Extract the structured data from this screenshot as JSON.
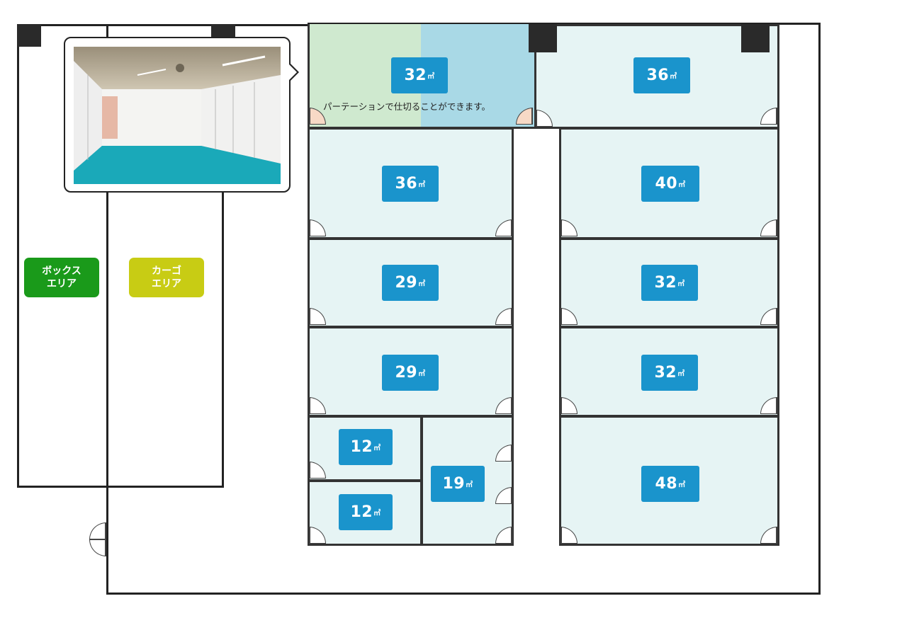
{
  "zones": {
    "box_area": {
      "line1": "ボックス",
      "line2": "エリア",
      "color": "#1a9a1a"
    },
    "cargo_area": {
      "line1": "カーゴ",
      "line2": "エリア",
      "color": "#c8cc14"
    }
  },
  "partition_note": "パーテーションで仕切ることができます。",
  "photo": {
    "alt": "interior-photo"
  },
  "colors": {
    "room_fill": "#e6f4f4",
    "label_bg": "#1a94cc",
    "green_tint": "#cfe9cf",
    "blue_tint": "#a9d9e6"
  },
  "rooms": [
    {
      "id": "r1",
      "size": "32",
      "unit": "㎡"
    },
    {
      "id": "r2",
      "size": "36",
      "unit": "㎡"
    },
    {
      "id": "r3",
      "size": "36",
      "unit": "㎡"
    },
    {
      "id": "r4",
      "size": "40",
      "unit": "㎡"
    },
    {
      "id": "r5",
      "size": "29",
      "unit": "㎡"
    },
    {
      "id": "r6",
      "size": "32",
      "unit": "㎡"
    },
    {
      "id": "r7",
      "size": "29",
      "unit": "㎡"
    },
    {
      "id": "r8",
      "size": "32",
      "unit": "㎡"
    },
    {
      "id": "r9",
      "size": "12",
      "unit": "㎡"
    },
    {
      "id": "r10",
      "size": "19",
      "unit": "㎡"
    },
    {
      "id": "r11",
      "size": "48",
      "unit": "㎡"
    },
    {
      "id": "r12",
      "size": "12",
      "unit": "㎡"
    }
  ]
}
